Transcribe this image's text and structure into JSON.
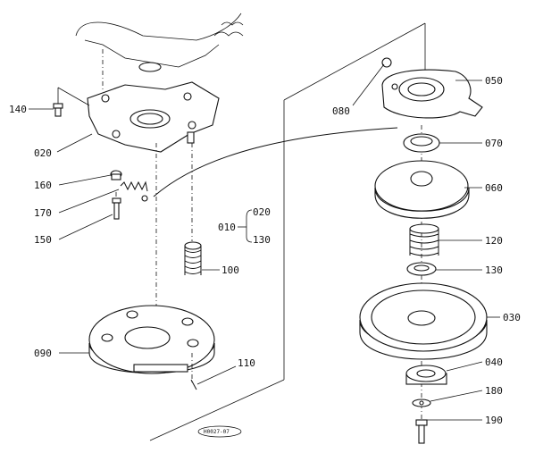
{
  "labels": {
    "p140": "140",
    "p020": "020",
    "p160": "160",
    "p170": "170",
    "p150": "150",
    "p090": "090",
    "p100": "100",
    "p110": "110",
    "p080": "080",
    "p050": "050",
    "p070": "070",
    "p060": "060",
    "p120": "120",
    "p130": "130",
    "p030": "030",
    "p040": "040",
    "p180": "180",
    "p190": "190"
  },
  "assembly": {
    "parent": "010",
    "child_a": "020",
    "child_b": "130"
  },
  "drawing_code": "H0027-07"
}
